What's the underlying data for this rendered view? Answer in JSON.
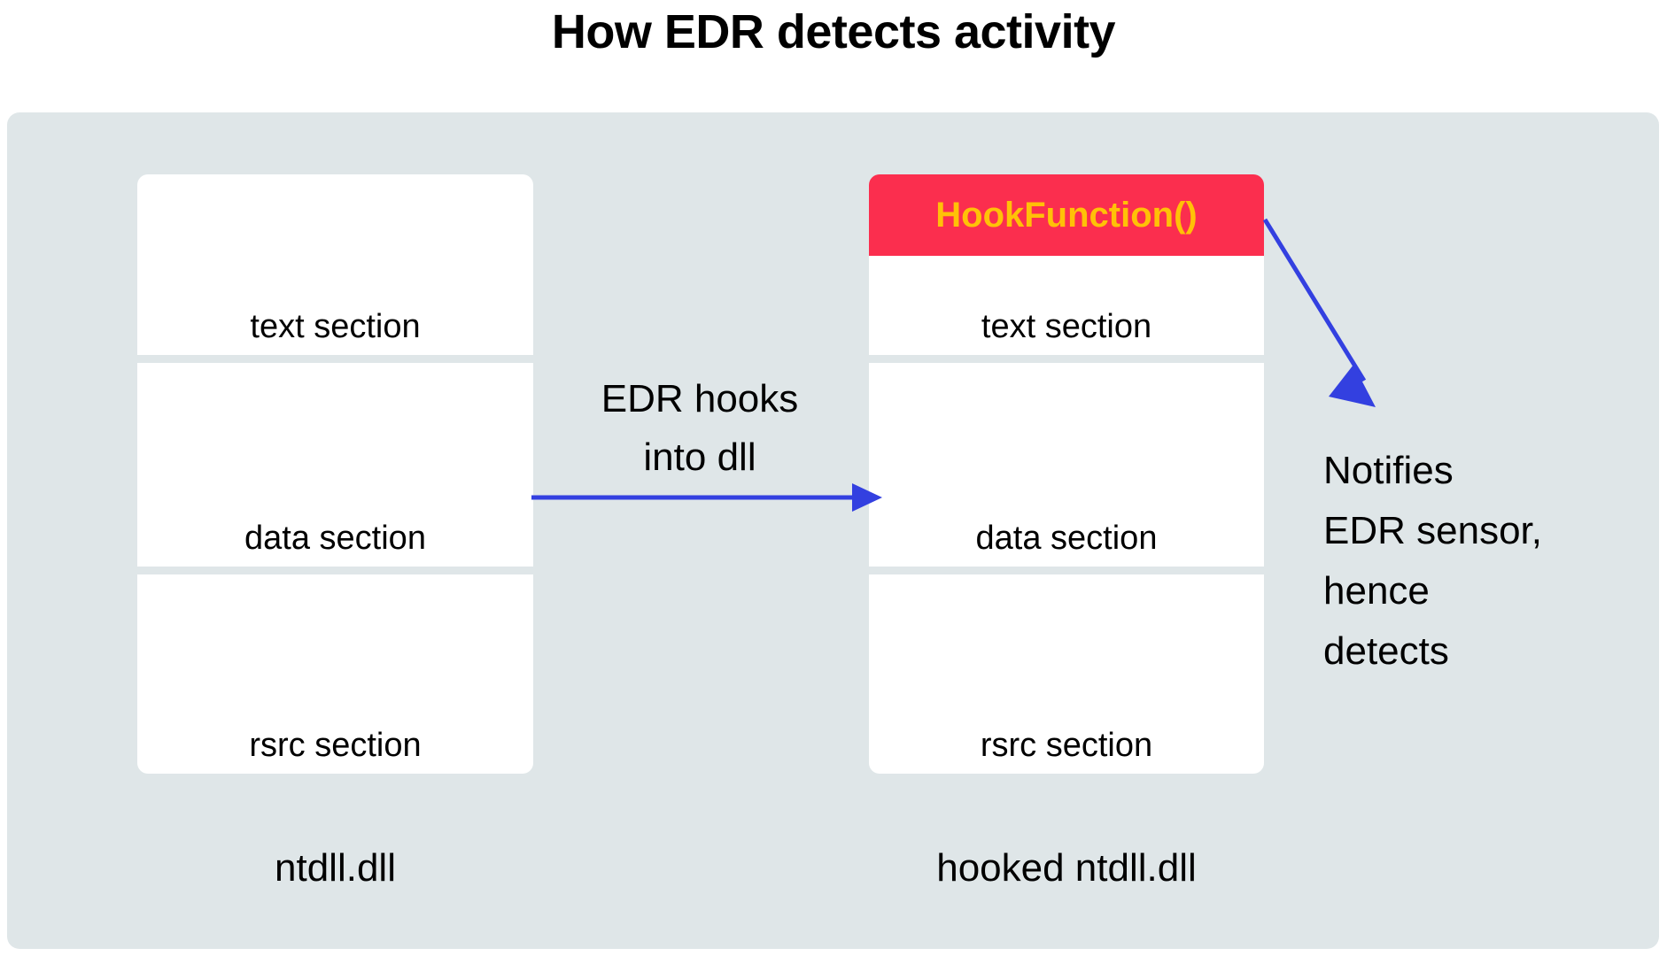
{
  "title": "How EDR detects activity",
  "panel": {
    "background_color": "#dfe6e8"
  },
  "columns": [
    {
      "name": "clean-dll",
      "caption": "ntdll.dll",
      "sections": [
        {
          "label": "text section",
          "kind": "normal"
        },
        {
          "label": "data section",
          "kind": "normal"
        },
        {
          "label": "rsrc section",
          "kind": "normal"
        }
      ]
    },
    {
      "name": "hooked-dll",
      "caption": "hooked ntdll.dll",
      "sections": [
        {
          "label": "HookFunction()",
          "kind": "hook"
        },
        {
          "label": "text section",
          "kind": "normal"
        },
        {
          "label": "data section",
          "kind": "normal"
        },
        {
          "label": "rsrc section",
          "kind": "normal"
        }
      ]
    }
  ],
  "annotations": {
    "middle_line_1": "EDR hooks",
    "middle_line_2": "into dll",
    "right_note_line_1": "Notifies",
    "right_note_line_2": "EDR sensor,",
    "right_note_line_3": "hence",
    "right_note_line_4": "detects"
  },
  "colors": {
    "hook_fill": "#fb2e4e",
    "hook_text": "#ffc107",
    "arrow": "#3340e0",
    "panel": "#dfe6e8",
    "section_fill": "#ffffff",
    "text": "#000000"
  },
  "icons": {
    "horizontal_arrow": "arrow-right-icon",
    "diagonal_arrow": "arrow-down-right-icon"
  }
}
